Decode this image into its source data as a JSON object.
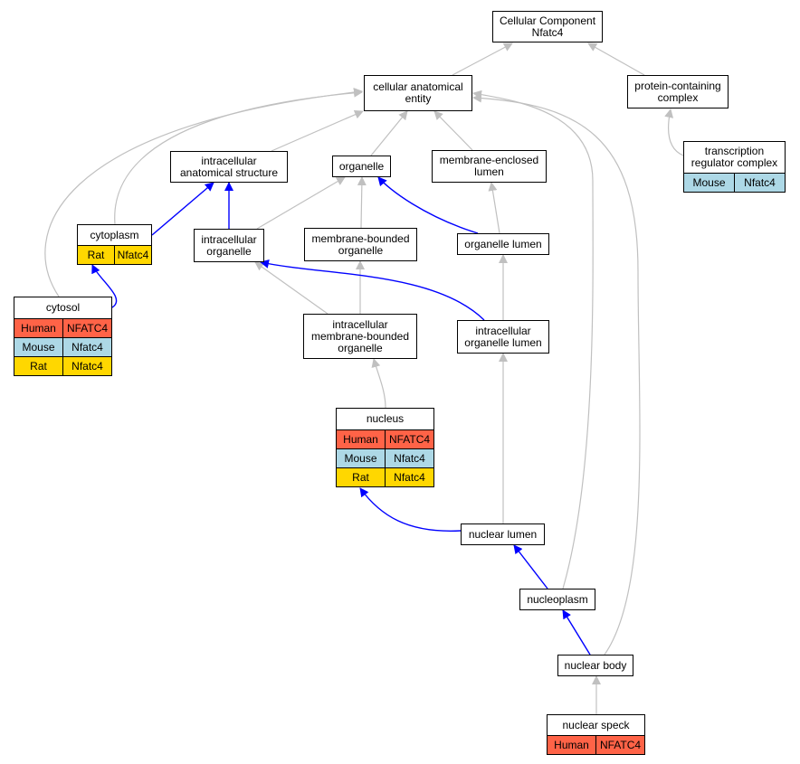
{
  "colors": {
    "human": "#ff6347",
    "mouse": "#add8e6",
    "rat": "#ffd700",
    "edge_gray": "#c0c0c0",
    "edge_blue": "#0000ff"
  },
  "nodes": {
    "root": {
      "label": "Cellular Component\nNfatc4",
      "genes": []
    },
    "cellular_anatomical_entity": {
      "label": "cellular anatomical\nentity",
      "genes": []
    },
    "protein_containing_complex": {
      "label": "protein-containing\ncomplex",
      "genes": []
    },
    "transcription_regulator_complex": {
      "label": "transcription\nregulator complex",
      "genes": [
        {
          "organism": "Mouse",
          "gene": "Nfatc4",
          "color": "mouse"
        }
      ]
    },
    "intracellular_anatomical_structure": {
      "label": "intracellular\nanatomical structure",
      "genes": []
    },
    "organelle": {
      "label": "organelle",
      "genes": []
    },
    "membrane_enclosed_lumen": {
      "label": "membrane-enclosed\nlumen",
      "genes": []
    },
    "cytoplasm": {
      "label": "cytoplasm",
      "genes": [
        {
          "organism": "Rat",
          "gene": "Nfatc4",
          "color": "rat"
        }
      ]
    },
    "intracellular_organelle": {
      "label": "intracellular\norganelle",
      "genes": []
    },
    "membrane_bounded_organelle": {
      "label": "membrane-bounded\norganelle",
      "genes": []
    },
    "organelle_lumen": {
      "label": "organelle lumen",
      "genes": []
    },
    "cytosol": {
      "label": "cytosol",
      "genes": [
        {
          "organism": "Human",
          "gene": "NFATC4",
          "color": "human"
        },
        {
          "organism": "Mouse",
          "gene": "Nfatc4",
          "color": "mouse"
        },
        {
          "organism": "Rat",
          "gene": "Nfatc4",
          "color": "rat"
        }
      ]
    },
    "intracellular_membrane_bounded_organelle": {
      "label": "intracellular\nmembrane-bounded\norganelle",
      "genes": []
    },
    "intracellular_organelle_lumen": {
      "label": "intracellular\norganelle lumen",
      "genes": []
    },
    "nucleus": {
      "label": "nucleus",
      "genes": [
        {
          "organism": "Human",
          "gene": "NFATC4",
          "color": "human"
        },
        {
          "organism": "Mouse",
          "gene": "Nfatc4",
          "color": "mouse"
        },
        {
          "organism": "Rat",
          "gene": "Nfatc4",
          "color": "rat"
        }
      ]
    },
    "nuclear_lumen": {
      "label": "nuclear lumen",
      "genes": []
    },
    "nucleoplasm": {
      "label": "nucleoplasm",
      "genes": []
    },
    "nuclear_body": {
      "label": "nuclear body",
      "genes": []
    },
    "nuclear_speck": {
      "label": "nuclear speck",
      "genes": [
        {
          "organism": "Human",
          "gene": "NFATC4",
          "color": "human"
        }
      ]
    }
  },
  "edges": [
    {
      "from": "cellular_anatomical_entity",
      "to": "root",
      "type": "is_a"
    },
    {
      "from": "protein_containing_complex",
      "to": "root",
      "type": "is_a"
    },
    {
      "from": "transcription_regulator_complex",
      "to": "protein_containing_complex",
      "type": "is_a"
    },
    {
      "from": "intracellular_anatomical_structure",
      "to": "cellular_anatomical_entity",
      "type": "is_a"
    },
    {
      "from": "organelle",
      "to": "cellular_anatomical_entity",
      "type": "is_a"
    },
    {
      "from": "membrane_enclosed_lumen",
      "to": "cellular_anatomical_entity",
      "type": "is_a"
    },
    {
      "from": "cytoplasm",
      "to": "cellular_anatomical_entity",
      "type": "is_a"
    },
    {
      "from": "cytosol",
      "to": "cellular_anatomical_entity",
      "type": "is_a"
    },
    {
      "from": "nucleoplasm",
      "to": "cellular_anatomical_entity",
      "type": "is_a"
    },
    {
      "from": "nuclear_body",
      "to": "cellular_anatomical_entity",
      "type": "is_a"
    },
    {
      "from": "cytoplasm",
      "to": "intracellular_anatomical_structure",
      "type": "part_of"
    },
    {
      "from": "intracellular_organelle",
      "to": "intracellular_anatomical_structure",
      "type": "part_of"
    },
    {
      "from": "intracellular_organelle",
      "to": "organelle",
      "type": "is_a"
    },
    {
      "from": "membrane_bounded_organelle",
      "to": "organelle",
      "type": "is_a"
    },
    {
      "from": "organelle_lumen",
      "to": "organelle",
      "type": "part_of"
    },
    {
      "from": "organelle_lumen",
      "to": "membrane_enclosed_lumen",
      "type": "is_a"
    },
    {
      "from": "cytosol",
      "to": "cytoplasm",
      "type": "part_of"
    },
    {
      "from": "intracellular_membrane_bounded_organelle",
      "to": "intracellular_organelle",
      "type": "is_a"
    },
    {
      "from": "intracellular_membrane_bounded_organelle",
      "to": "membrane_bounded_organelle",
      "type": "is_a"
    },
    {
      "from": "intracellular_organelle_lumen",
      "to": "intracellular_organelle",
      "type": "part_of"
    },
    {
      "from": "intracellular_organelle_lumen",
      "to": "organelle_lumen",
      "type": "is_a"
    },
    {
      "from": "nucleus",
      "to": "intracellular_membrane_bounded_organelle",
      "type": "is_a"
    },
    {
      "from": "nuclear_lumen",
      "to": "intracellular_organelle_lumen",
      "type": "is_a"
    },
    {
      "from": "nuclear_lumen",
      "to": "nucleus",
      "type": "part_of"
    },
    {
      "from": "nucleoplasm",
      "to": "nuclear_lumen",
      "type": "part_of"
    },
    {
      "from": "nuclear_body",
      "to": "nucleoplasm",
      "type": "part_of"
    },
    {
      "from": "nuclear_speck",
      "to": "nuclear_body",
      "type": "is_a"
    }
  ]
}
